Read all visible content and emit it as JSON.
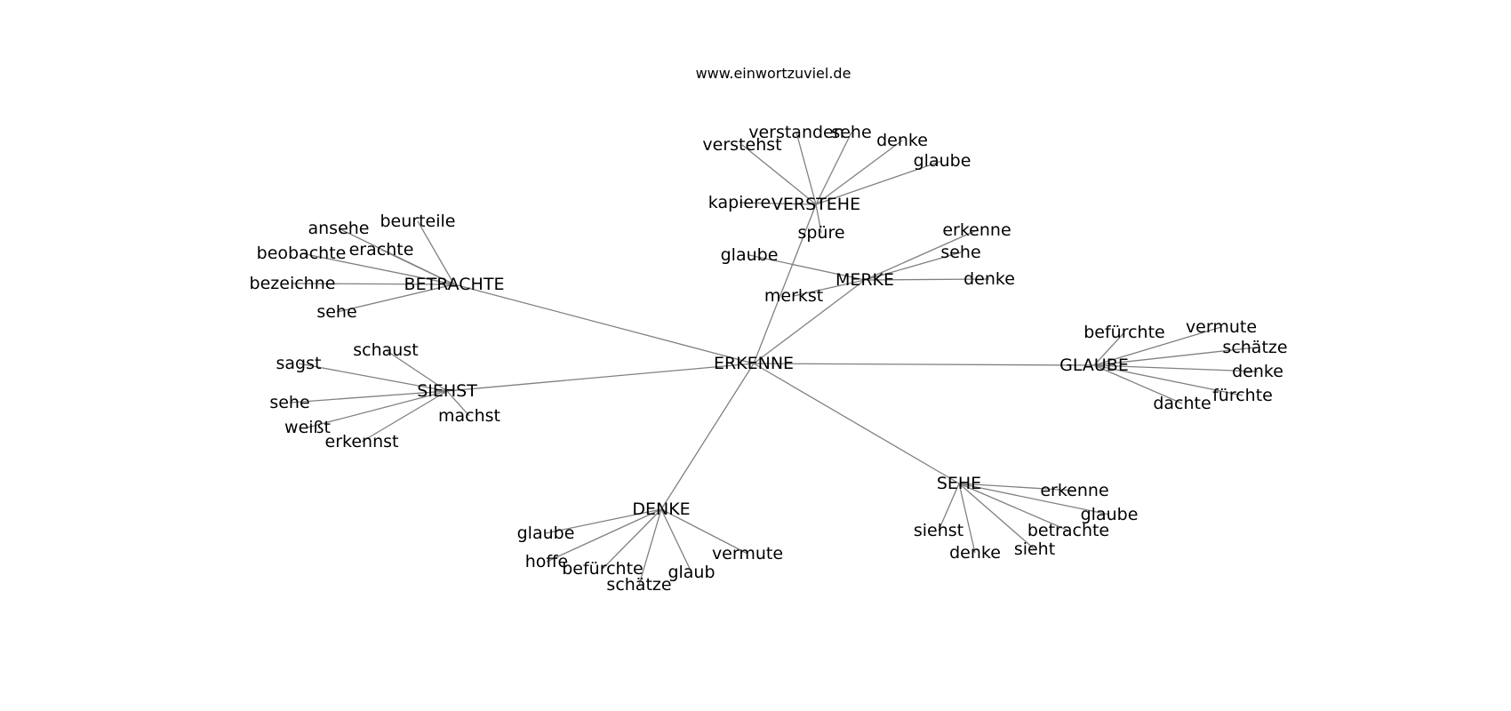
{
  "header": {
    "site": "www.einwortzuviel.de"
  },
  "colors": {
    "edge": "#808080",
    "text": "#000000",
    "background": "#ffffff"
  },
  "graph": {
    "nodes": [
      "ERKENNE",
      "VERSTEHE",
      "MERKE",
      "BETRACHTE",
      "SIEHST",
      "GLAUBE",
      "SEHE",
      "DENKE",
      "verstanden",
      "sehe",
      "verstehst",
      "denke",
      "glaube",
      "kapiere",
      "spüre",
      "erkenne",
      "sehe",
      "glaube",
      "denke",
      "merkst",
      "beurteile",
      "ansehe",
      "erachte",
      "beobachte",
      "bezeichne",
      "sehe",
      "schaust",
      "sagst",
      "sehe",
      "machst",
      "weißt",
      "erkennst",
      "befürchte",
      "vermute",
      "schätze",
      "denke",
      "fürchte",
      "dachte",
      "erkenne",
      "glaube",
      "betrachte",
      "siehst",
      "sieht",
      "denke",
      "glaube",
      "hoffe",
      "befürchte",
      "vermute",
      "schätze",
      "glaub"
    ],
    "edges": [
      [
        0,
        1
      ],
      [
        0,
        2
      ],
      [
        0,
        3
      ],
      [
        0,
        4
      ],
      [
        0,
        5
      ],
      [
        0,
        6
      ],
      [
        0,
        7
      ],
      [
        1,
        8
      ],
      [
        1,
        9
      ],
      [
        1,
        10
      ],
      [
        1,
        11
      ],
      [
        1,
        12
      ],
      [
        1,
        13
      ],
      [
        1,
        14
      ],
      [
        2,
        15
      ],
      [
        2,
        16
      ],
      [
        2,
        17
      ],
      [
        2,
        18
      ],
      [
        2,
        19
      ],
      [
        3,
        20
      ],
      [
        3,
        21
      ],
      [
        3,
        22
      ],
      [
        3,
        23
      ],
      [
        3,
        24
      ],
      [
        3,
        25
      ],
      [
        4,
        26
      ],
      [
        4,
        27
      ],
      [
        4,
        28
      ],
      [
        4,
        29
      ],
      [
        4,
        30
      ],
      [
        4,
        31
      ],
      [
        5,
        32
      ],
      [
        5,
        33
      ],
      [
        5,
        34
      ],
      [
        5,
        35
      ],
      [
        5,
        36
      ],
      [
        5,
        37
      ],
      [
        6,
        38
      ],
      [
        6,
        39
      ],
      [
        6,
        40
      ],
      [
        6,
        41
      ],
      [
        6,
        42
      ],
      [
        6,
        43
      ],
      [
        7,
        44
      ],
      [
        7,
        45
      ],
      [
        7,
        46
      ],
      [
        7,
        47
      ],
      [
        7,
        48
      ],
      [
        7,
        49
      ]
    ]
  }
}
